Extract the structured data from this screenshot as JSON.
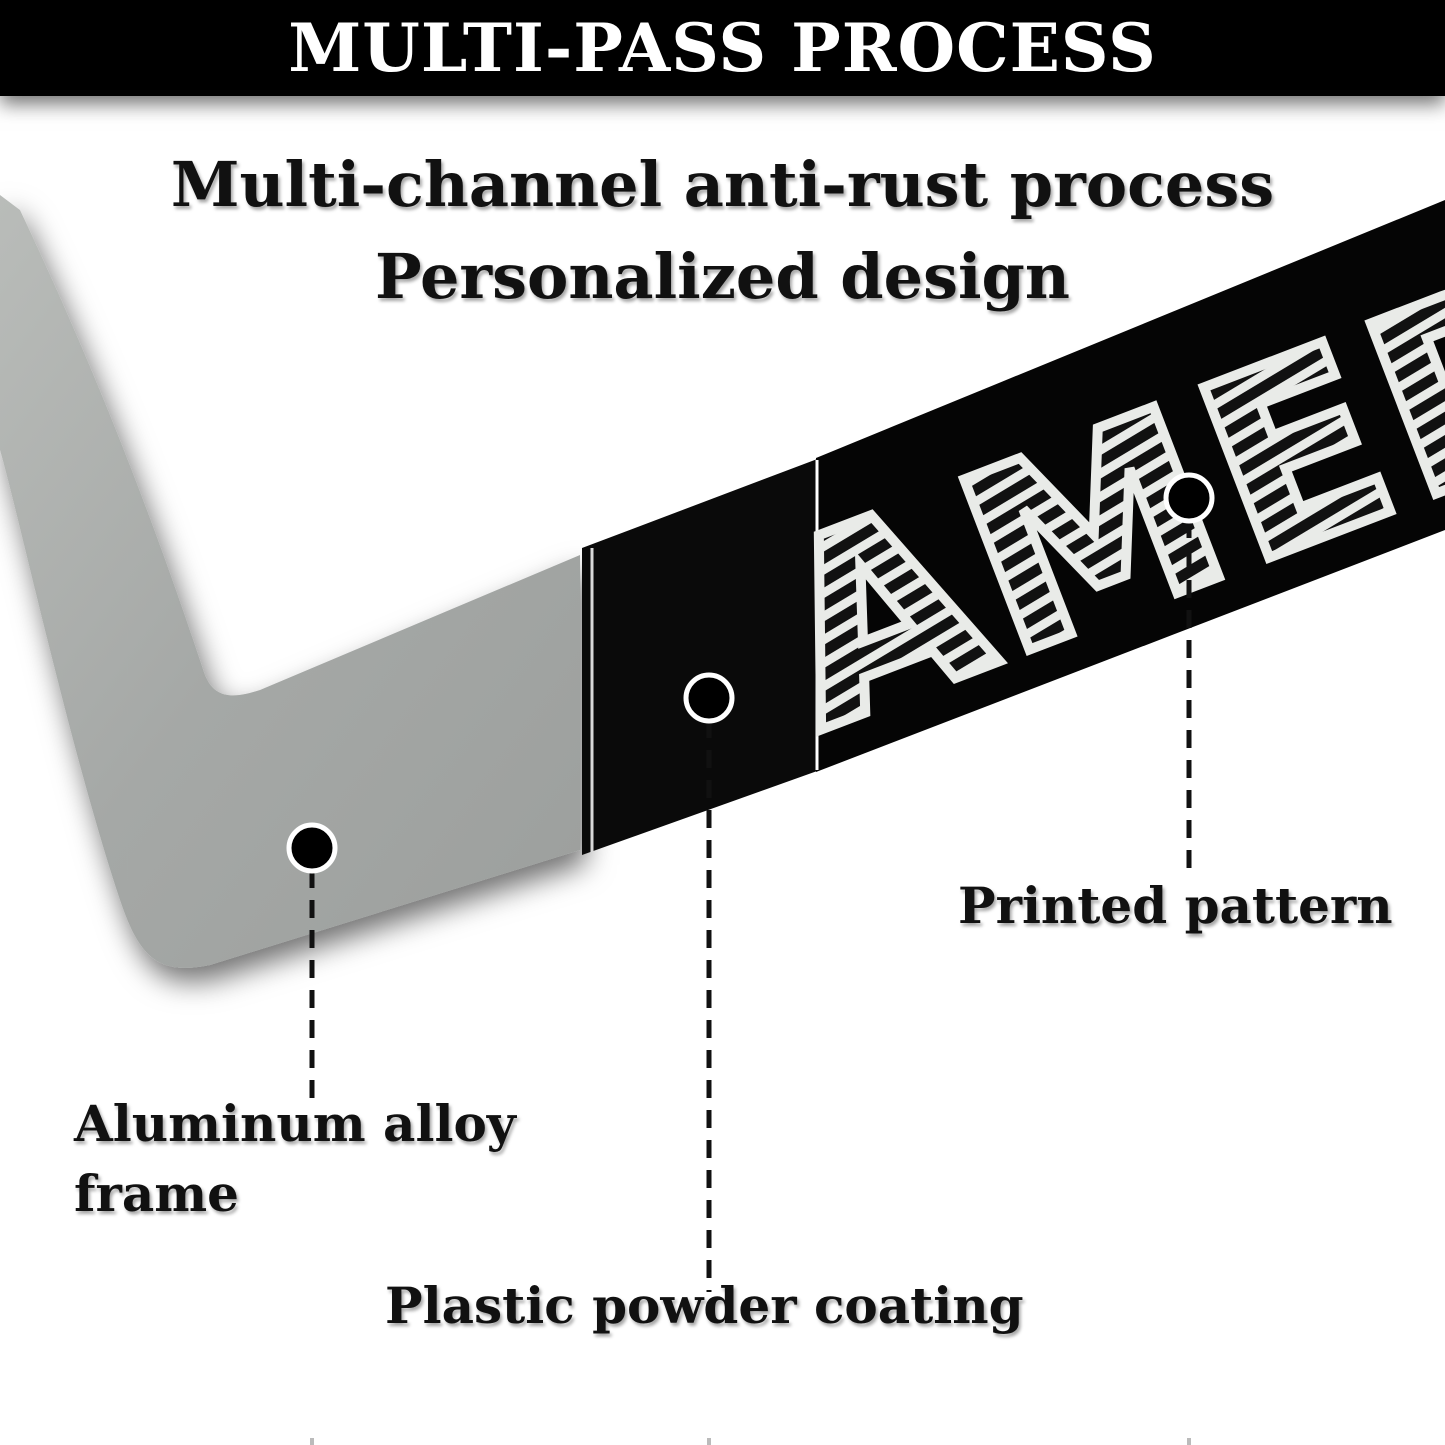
{
  "banner": {
    "title": "MULTI-PASS PROCESS"
  },
  "headline": {
    "line1": "Multi-channel anti-rust process",
    "line2": "Personalized design"
  },
  "frame_text": "AMER",
  "callouts": {
    "aluminum": {
      "line1": "Aluminum alloy",
      "line2": "frame"
    },
    "coating": "Plastic powder coating",
    "printed": "Printed pattern"
  },
  "colors": {
    "frame_metal": "#a9acaa",
    "coating_black": "#0a0a0a",
    "print_white": "#e9ebe8"
  }
}
